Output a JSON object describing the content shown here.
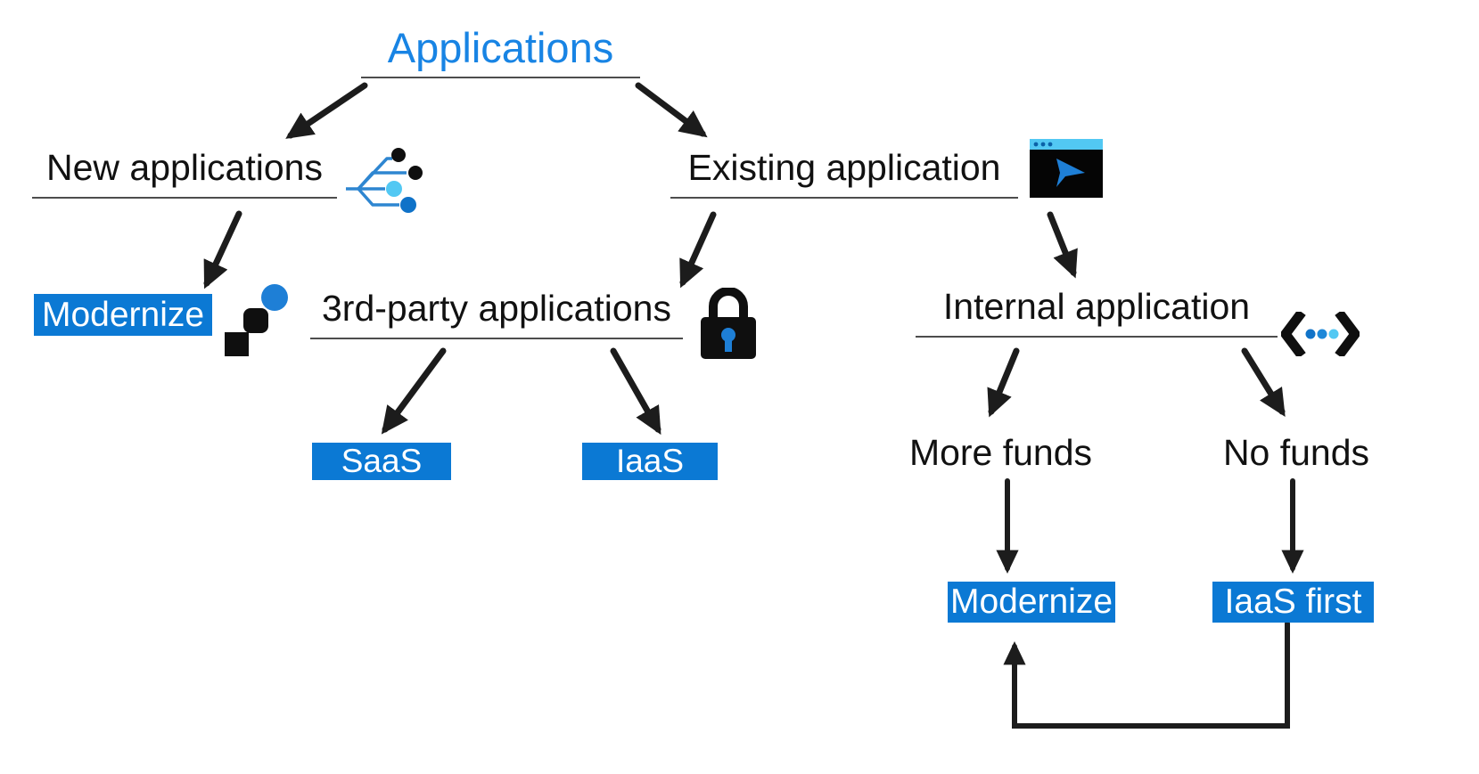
{
  "diagram": {
    "title": "Applications",
    "nodes": {
      "new_applications": "New applications",
      "existing_application": "Existing application",
      "modernize_left": "Modernize",
      "third_party": "3rd-party applications",
      "internal_application": "Internal application",
      "saas": "SaaS",
      "iaas": "IaaS",
      "more_funds": "More funds",
      "no_funds": "No funds",
      "modernize_right": "Modernize",
      "iaas_first": "IaaS first"
    },
    "edges": [
      {
        "from": "Applications",
        "to": "New applications"
      },
      {
        "from": "Applications",
        "to": "Existing application"
      },
      {
        "from": "New applications",
        "to": "Modernize"
      },
      {
        "from": "Existing application",
        "to": "3rd-party applications"
      },
      {
        "from": "Existing application",
        "to": "Internal application"
      },
      {
        "from": "3rd-party applications",
        "to": "SaaS"
      },
      {
        "from": "3rd-party applications",
        "to": "IaaS"
      },
      {
        "from": "Internal application",
        "to": "More funds"
      },
      {
        "from": "Internal application",
        "to": "No funds"
      },
      {
        "from": "More funds",
        "to": "Modernize"
      },
      {
        "from": "No funds",
        "to": "IaaS first"
      },
      {
        "from": "IaaS first",
        "to": "Modernize"
      }
    ],
    "icons": [
      "branch-icon",
      "app-window-icon",
      "modernize-icon",
      "lock-icon",
      "code-icon"
    ],
    "colors": {
      "title_blue": "#1884e4",
      "box_blue": "#0b79d4",
      "box_text": "#ffffff",
      "accent_cyan": "#52c8f3",
      "accent_mid_blue": "#1e88d8",
      "accent_dark_blue": "#0f72c8",
      "icon_line_blue": "#2e86d1",
      "arrow_black": "#1c1c1c",
      "text_black": "#111111",
      "underline_gray": "#4d4d4d"
    }
  }
}
